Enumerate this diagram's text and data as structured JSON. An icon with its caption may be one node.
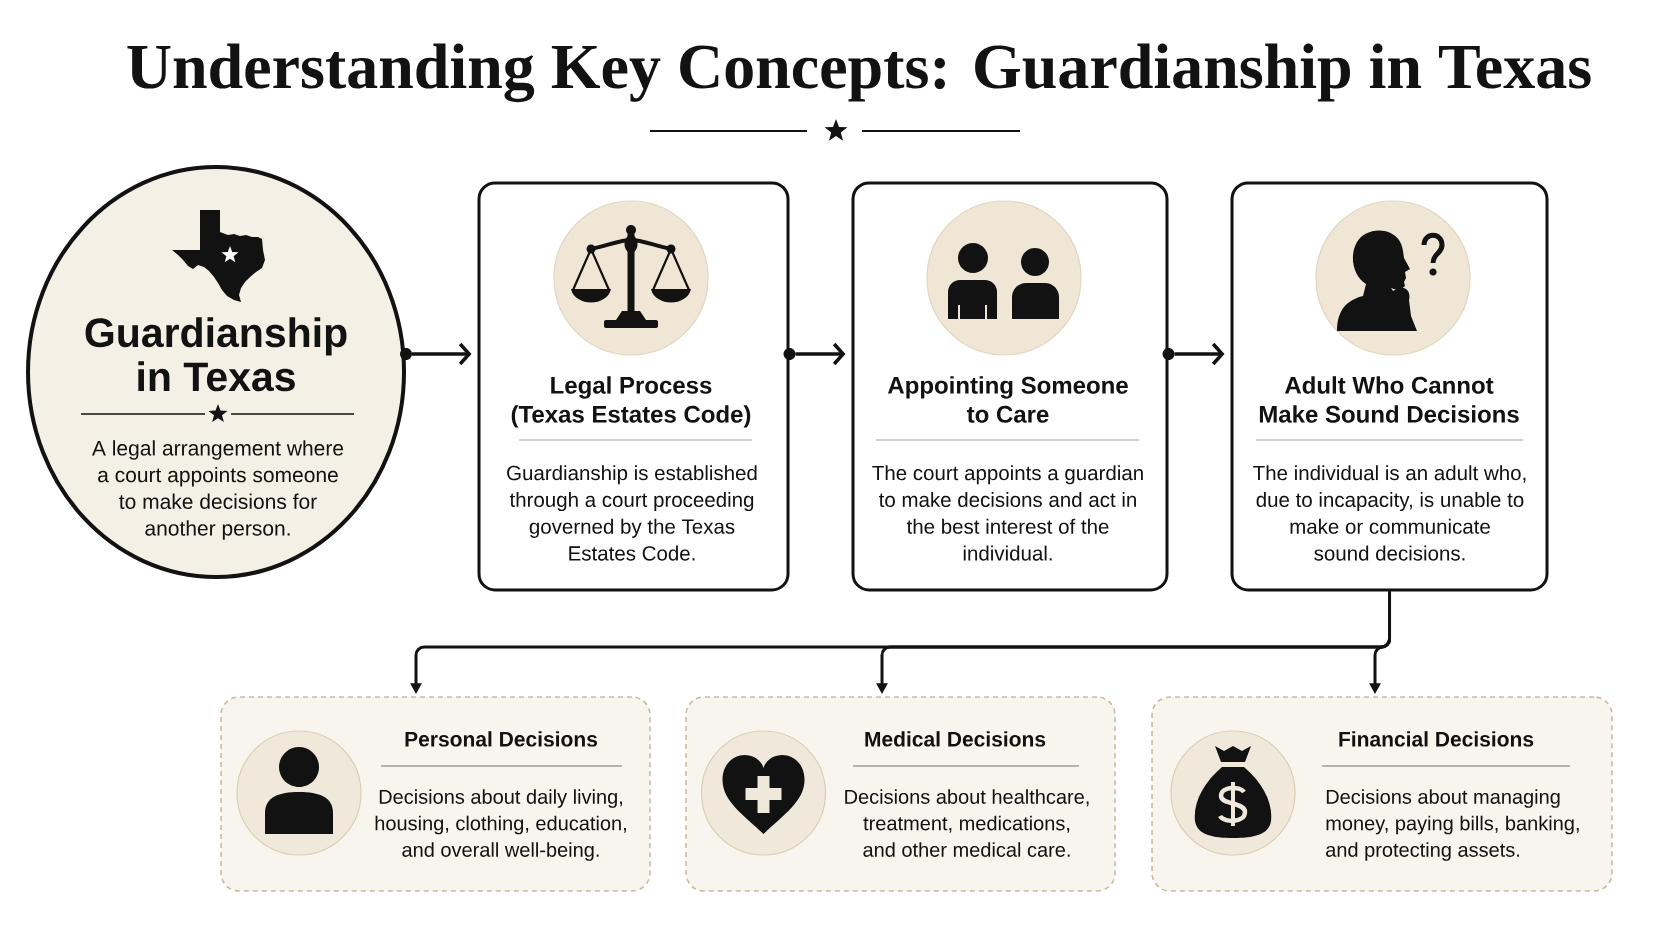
{
  "diagram": {
    "title": "Understanding Key Concepts: Guardianship in Texas",
    "nodes": [
      {
        "text": [
          "Guardianship in Texas",
          "A legal arrangement where a court appoints someone to make decisions for another person."
        ]
      },
      {
        "text": [
          "Legal Process (Texas Estates Code)",
          "Guardianship is established through a court proceeding governed by the Texas Estates Code."
        ]
      },
      {
        "text": [
          "Appointing Someone to Care",
          "The court appoints a guardian to make decisions and act in the best interest of the individual."
        ]
      },
      {
        "text": [
          "Adult Who Cannot Make Sound Decisions",
          "The individual is an adult who, due to incapacity, is unable to make or communicate sound decisions."
        ]
      },
      {
        "text": [
          "Personal Decisions",
          "Decisions about daily living, housing, clothing, education, and overall well-being."
        ]
      },
      {
        "text": [
          "Medical Decisions",
          "Decisions about healthcare, treatment, medications, and other medical care."
        ]
      },
      {
        "text": [
          "Financial Decisions",
          "Decisions about managing money, paying bills, banking, and protecting assets."
        ]
      }
    ],
    "edges": [
      {
        "from": 0,
        "to": 1,
        "arrow": "to"
      },
      {
        "from": 1,
        "to": 2,
        "arrow": "to"
      },
      {
        "from": 2,
        "to": 3,
        "arrow": "to"
      },
      {
        "from": 3,
        "to": 4,
        "arrow": "to"
      },
      {
        "from": 3,
        "to": 5,
        "arrow": "to"
      },
      {
        "from": 3,
        "to": 6,
        "arrow": "to"
      }
    ]
  }
}
